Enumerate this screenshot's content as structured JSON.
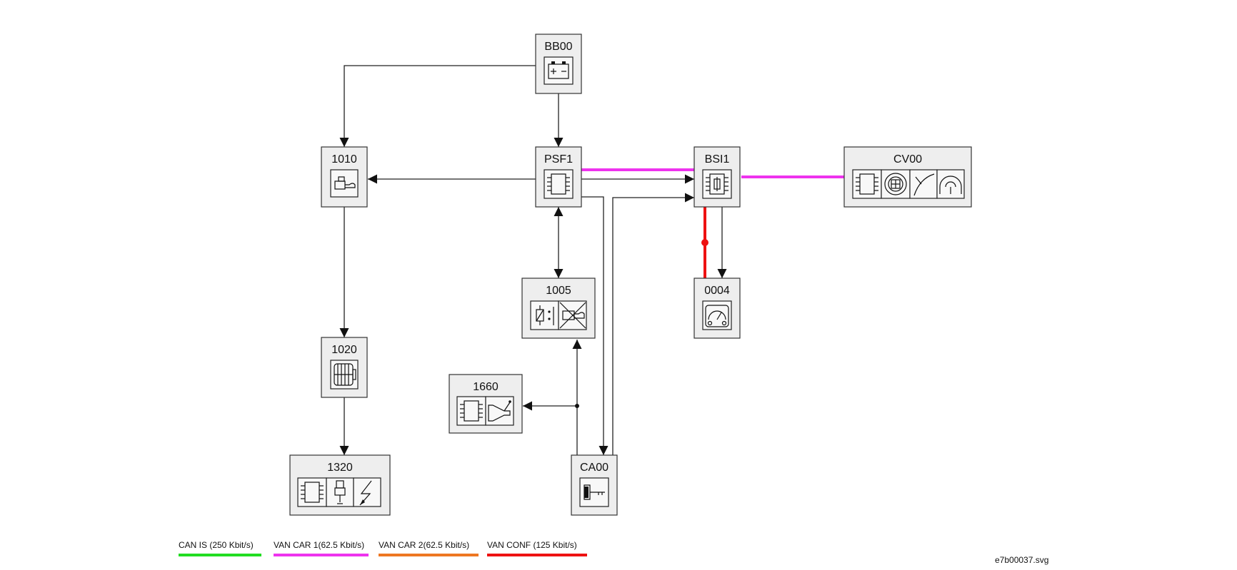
{
  "nodes": {
    "bb00": {
      "label": "BB00",
      "icons": [
        "battery-icon"
      ]
    },
    "n1010": {
      "label": "1010",
      "icons": [
        "starter-motor-icon"
      ]
    },
    "psf1": {
      "label": "PSF1",
      "icons": [
        "ecu-chip-icon"
      ]
    },
    "bsi1": {
      "label": "BSI1",
      "icons": [
        "fuse-chip-icon"
      ]
    },
    "cv00": {
      "label": "CV00",
      "icons": [
        "ecu-chip-icon",
        "connector-icon",
        "wiper-icon",
        "gauge-icon"
      ]
    },
    "n0004": {
      "label": "0004",
      "icons": [
        "instrument-panel-icon"
      ]
    },
    "n1005": {
      "label": "1005",
      "icons": [
        "relay-icon",
        "starter-cutoff-icon"
      ]
    },
    "n1020": {
      "label": "1020",
      "icons": [
        "alternator-icon"
      ]
    },
    "n1660": {
      "label": "1660",
      "icons": [
        "ecu-chip-icon",
        "horn-icon"
      ]
    },
    "n1320": {
      "label": "1320",
      "icons": [
        "ecu-chip-icon",
        "injector-icon",
        "ignition-icon"
      ]
    },
    "ca00": {
      "label": "CA00",
      "icons": [
        "ignition-key-icon"
      ]
    }
  },
  "legend": [
    {
      "label": "CAN IS (250 Kbit/s)",
      "color": "#22dd22"
    },
    {
      "label": "VAN CAR 1(62.5 Kbit/s)",
      "color": "#ee33ee"
    },
    {
      "label": "VAN CAR 2(62.5 Kbit/s)",
      "color": "#ee7722"
    },
    {
      "label": "VAN CONF (125 Kbit/s)",
      "color": "#ee1111"
    }
  ],
  "colors": {
    "van_car1": "#ee33ee",
    "van_conf": "#ee1111",
    "wire": "#222222"
  },
  "filename": "e7b00037.svg"
}
